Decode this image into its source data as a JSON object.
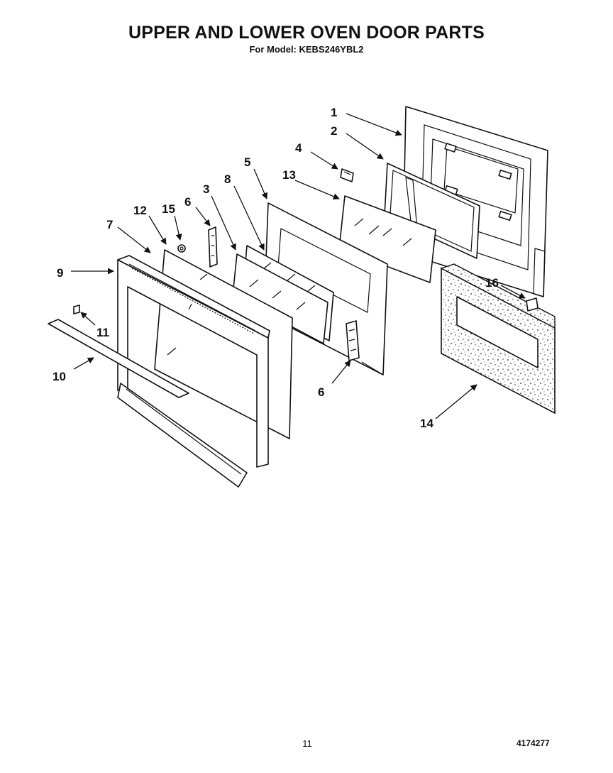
{
  "title": "UPPER AND LOWER OVEN DOOR PARTS",
  "subtitle": "For Model: KEBS246YBL2",
  "page_number": "11",
  "document_number": "4174277",
  "callouts": [
    {
      "id": "1",
      "text": "1"
    },
    {
      "id": "2",
      "text": "2"
    },
    {
      "id": "3",
      "text": "3"
    },
    {
      "id": "4",
      "text": "4"
    },
    {
      "id": "5",
      "text": "5"
    },
    {
      "id": "6a",
      "text": "6"
    },
    {
      "id": "6b",
      "text": "6"
    },
    {
      "id": "7",
      "text": "7"
    },
    {
      "id": "8",
      "text": "8"
    },
    {
      "id": "9",
      "text": "9"
    },
    {
      "id": "10",
      "text": "10"
    },
    {
      "id": "11",
      "text": "11"
    },
    {
      "id": "12",
      "text": "12"
    },
    {
      "id": "13",
      "text": "13"
    },
    {
      "id": "14",
      "text": "14"
    },
    {
      "id": "15",
      "text": "15"
    },
    {
      "id": "16",
      "text": "16"
    }
  ],
  "colors": {
    "ink": "#111111",
    "paper": "#ffffff"
  }
}
